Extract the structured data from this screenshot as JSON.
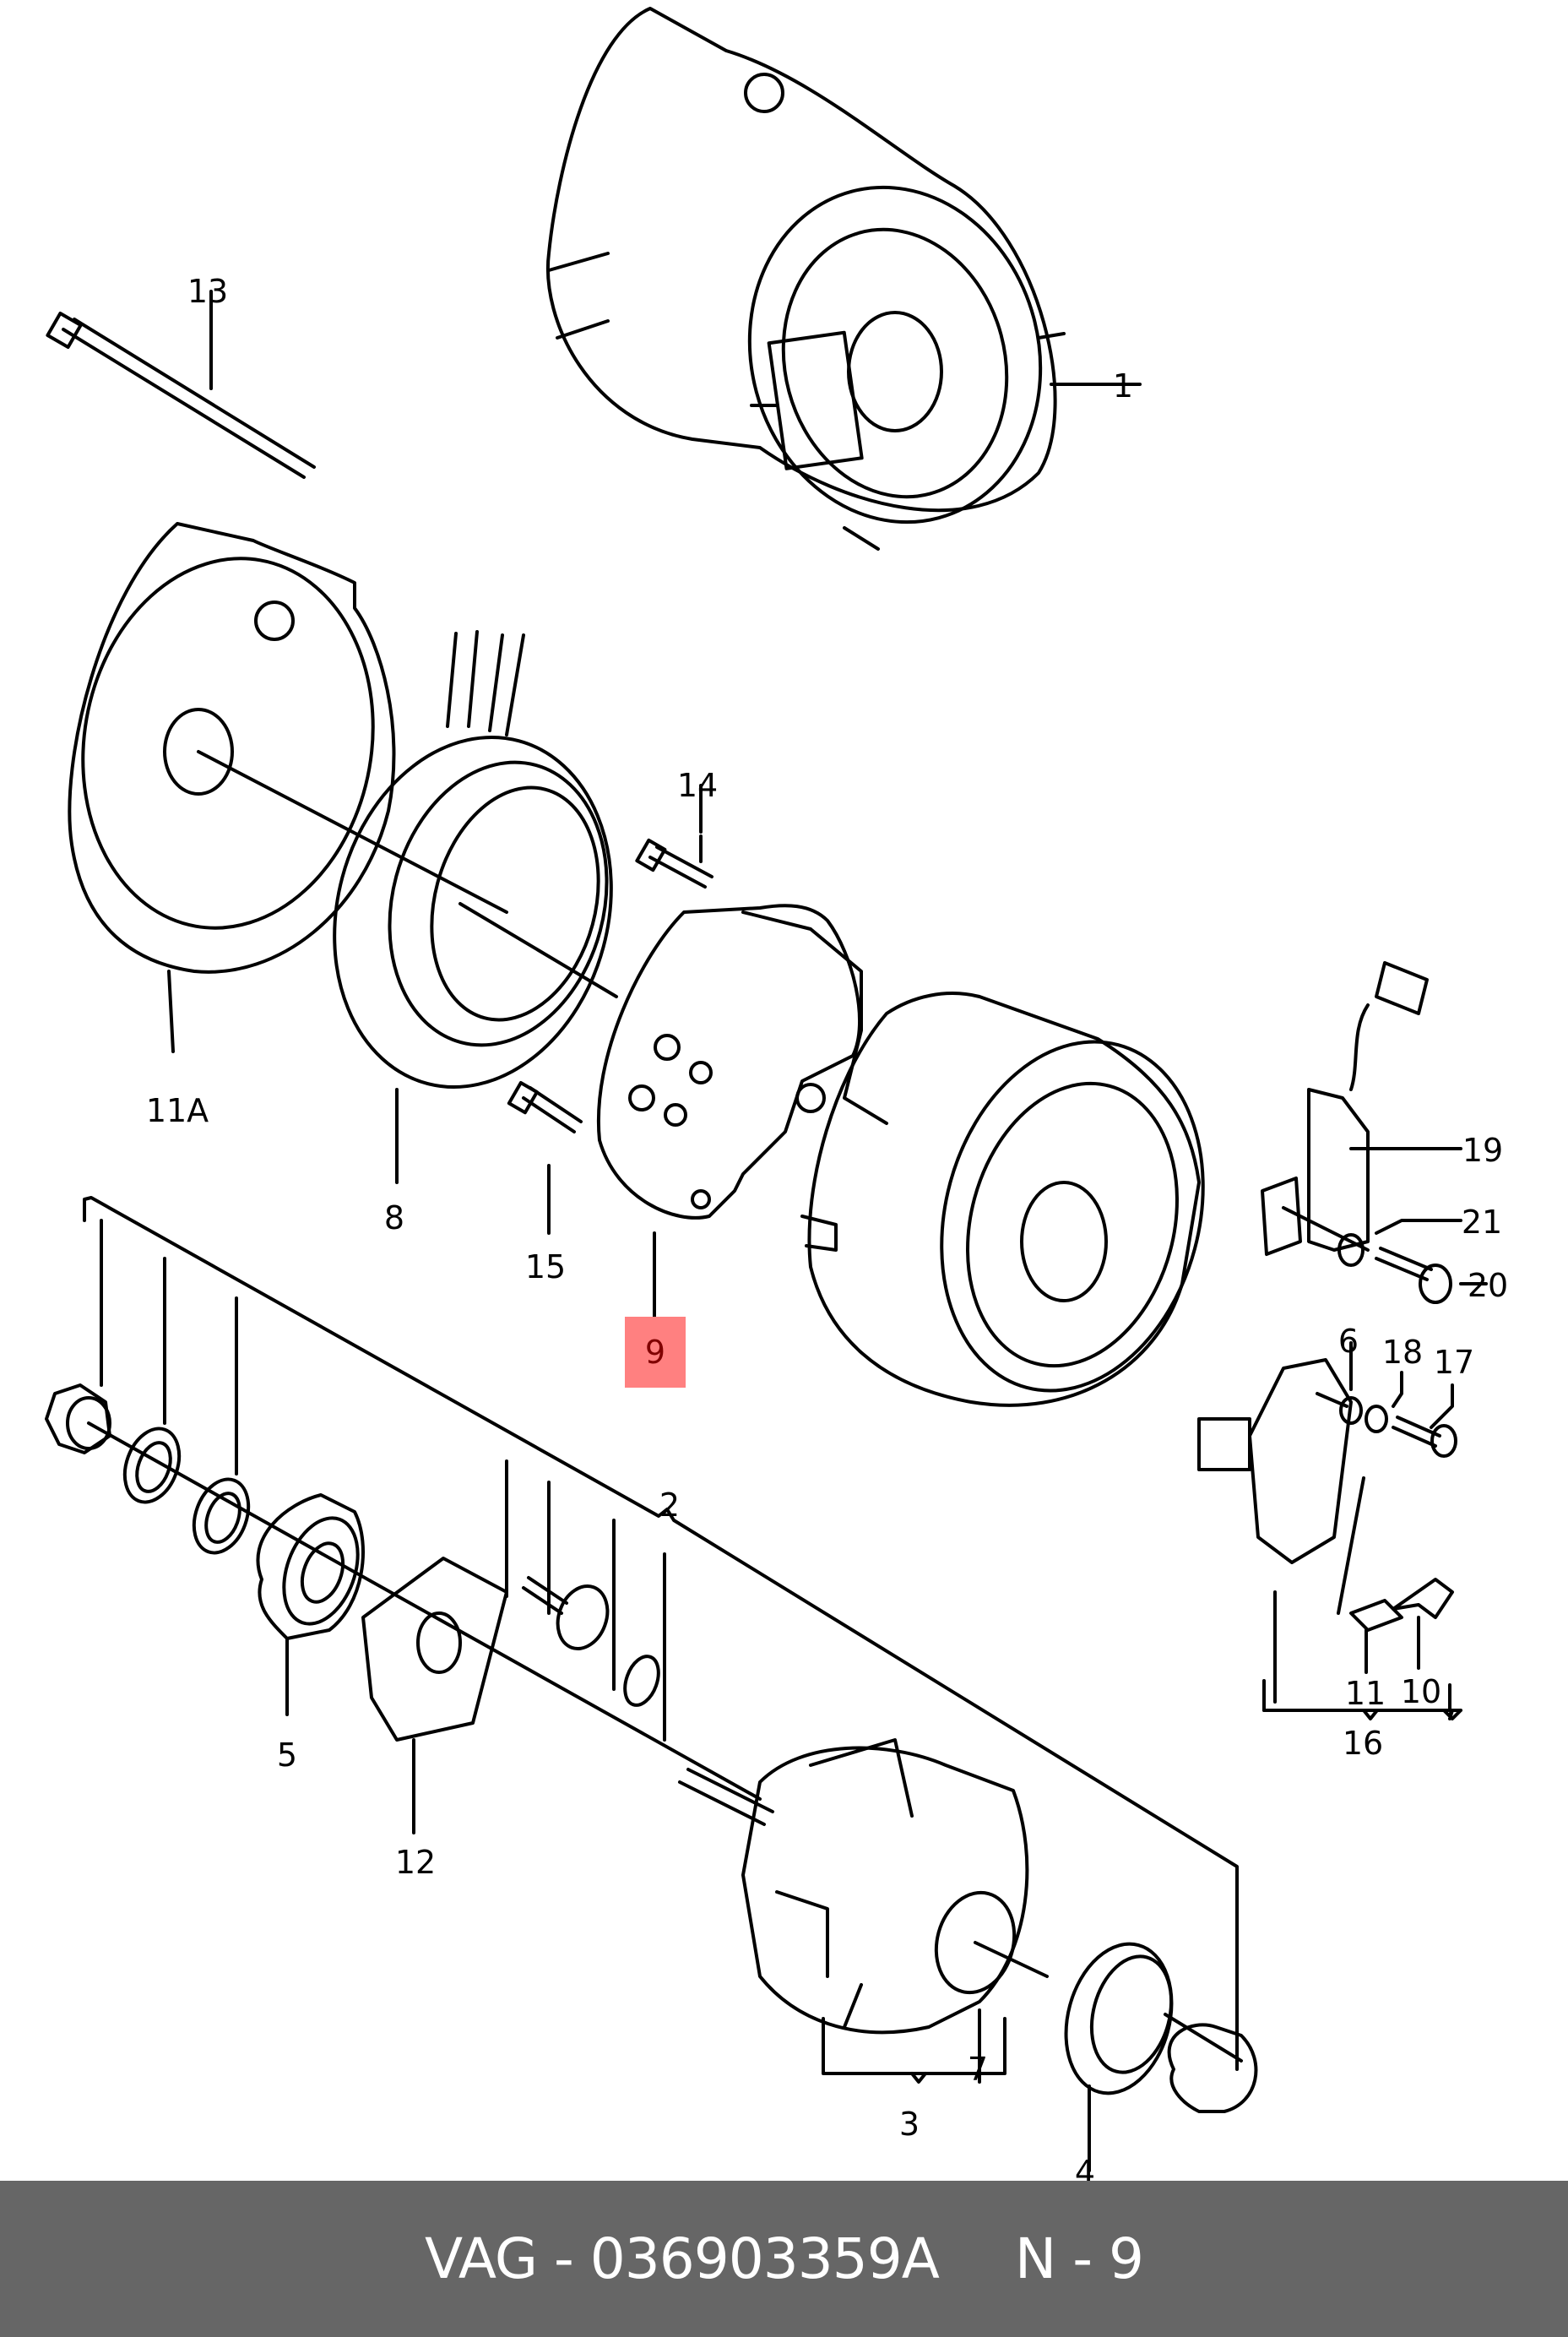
{
  "footer": {
    "brand": "VAG",
    "separator": " - ",
    "part_number": "036903359A",
    "position_prefix": "N",
    "position_number": "9",
    "background_color": "#666666",
    "text_color": "#ffffff"
  },
  "highlight": {
    "label": "9",
    "background_color": "#ff8080",
    "text_color": "#800000"
  },
  "callouts": {
    "c1": "1",
    "c2": "2",
    "c3": "3",
    "c4": "4",
    "c5": "5",
    "c6": "6",
    "c7": "7",
    "c8": "8",
    "c9": "9",
    "c10": "10",
    "c11": "11",
    "c11a": "11A",
    "c12": "12",
    "c13": "13",
    "c14": "14",
    "c15": "15",
    "c16": "16",
    "c17": "17",
    "c18": "18",
    "c19": "19",
    "c20": "20",
    "c21": "21"
  }
}
